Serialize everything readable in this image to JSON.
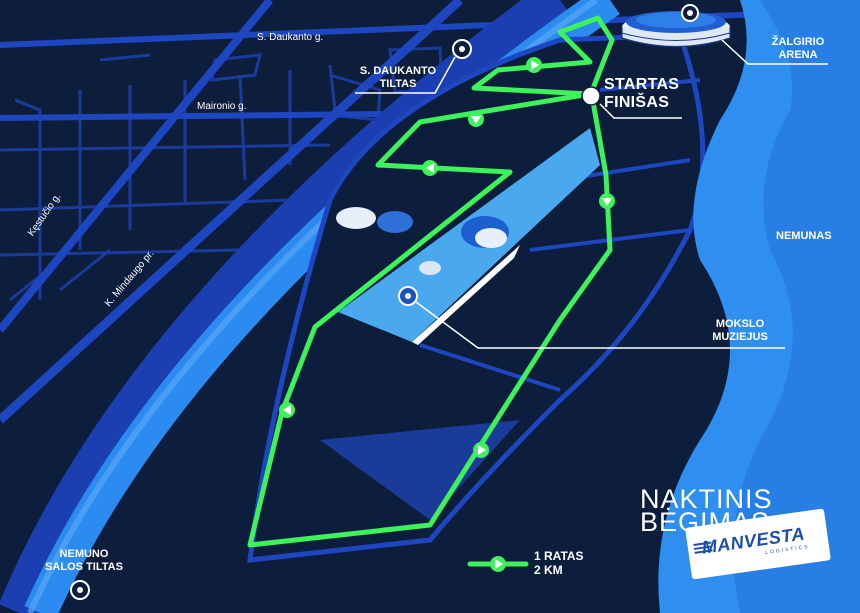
{
  "map": {
    "streets": {
      "daukanto": "S. Daukanto g.",
      "maironio": "Maironio g.",
      "kestucio": "Kęstučio g.",
      "mindaugo": "K. Mindaugo pr."
    },
    "places": {
      "daukanto_bridge": [
        "S. DAUKANTO",
        "TILTAS"
      ],
      "arena": [
        "ŽALGIRIO",
        "ARENA"
      ],
      "river": "NEMUNAS",
      "museum": [
        "MOKSLO",
        "MUZIEJUS"
      ],
      "island_bridge": [
        "NEMUNO",
        "SALOS TILTAS"
      ]
    },
    "start_finish": [
      "STARTAS",
      "FINIŠAS"
    ],
    "legend": {
      "lap": "1 RATAS",
      "distance": "2 KM"
    },
    "event_title": [
      "NAKTINIS",
      "BĖGIMAS"
    ],
    "sponsor": {
      "name": "MANVESTA",
      "tagline": "LOGISTICS"
    },
    "colors": {
      "background": "#0d1e3c",
      "route": "#3df25a",
      "river": "#2f8ff0",
      "river_light": "#58a8f5",
      "road": "#1d46c0",
      "island_plaza": "#4aa8ee"
    }
  }
}
